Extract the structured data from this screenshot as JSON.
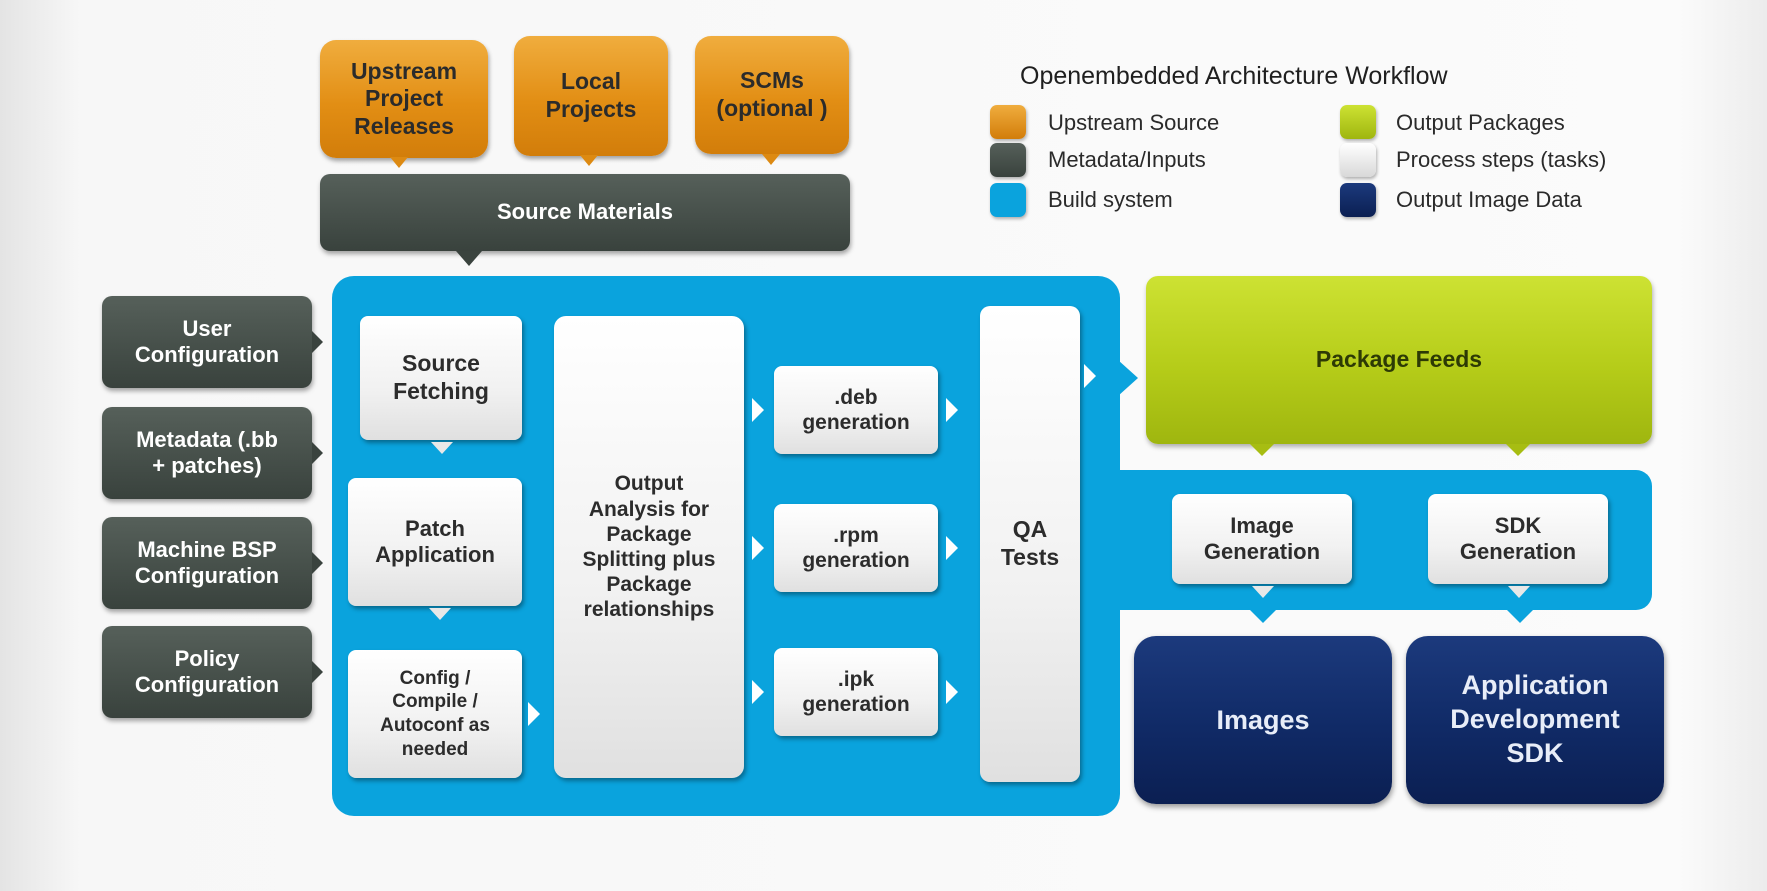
{
  "title": "Openembedded Architecture Workflow",
  "legend": [
    {
      "label": "Upstream Source",
      "color": "#e59318"
    },
    {
      "label": "Metadata/Inputs",
      "color": "#3c4640"
    },
    {
      "label": "Build system",
      "color": "#0aa3dd"
    },
    {
      "label": "Output Packages",
      "color": "#b5cc19"
    },
    {
      "label": "Process steps (tasks)",
      "color": "#f2f2f2"
    },
    {
      "label": "Output Image Data",
      "color": "#12306e"
    }
  ],
  "sources": [
    {
      "label": "Upstream Project Releases"
    },
    {
      "label": "Local Projects"
    },
    {
      "label": "SCMs (optional )"
    }
  ],
  "source_materials": "Source Materials",
  "inputs": [
    {
      "label": "User Configuration"
    },
    {
      "label": "Metadata (.bb + patches)"
    },
    {
      "label": "Machine BSP Configuration"
    },
    {
      "label": "Policy Configuration"
    }
  ],
  "steps": {
    "source_fetching": "Source Fetching",
    "patch_application": "Patch Application",
    "config_compile": "Config / Compile / Autoconf as needed",
    "output_analysis": "Output Analysis for Package Splitting plus Package relationships",
    "deb": ".deb generation",
    "rpm": ".rpm generation",
    "ipk": ".ipk generation",
    "qa": "QA Tests",
    "image_generation": "Image Generation",
    "sdk_generation": "SDK Generation"
  },
  "outputs": {
    "package_feeds": "Package Feeds",
    "images": "Images",
    "app_sdk": "Application Development SDK"
  }
}
